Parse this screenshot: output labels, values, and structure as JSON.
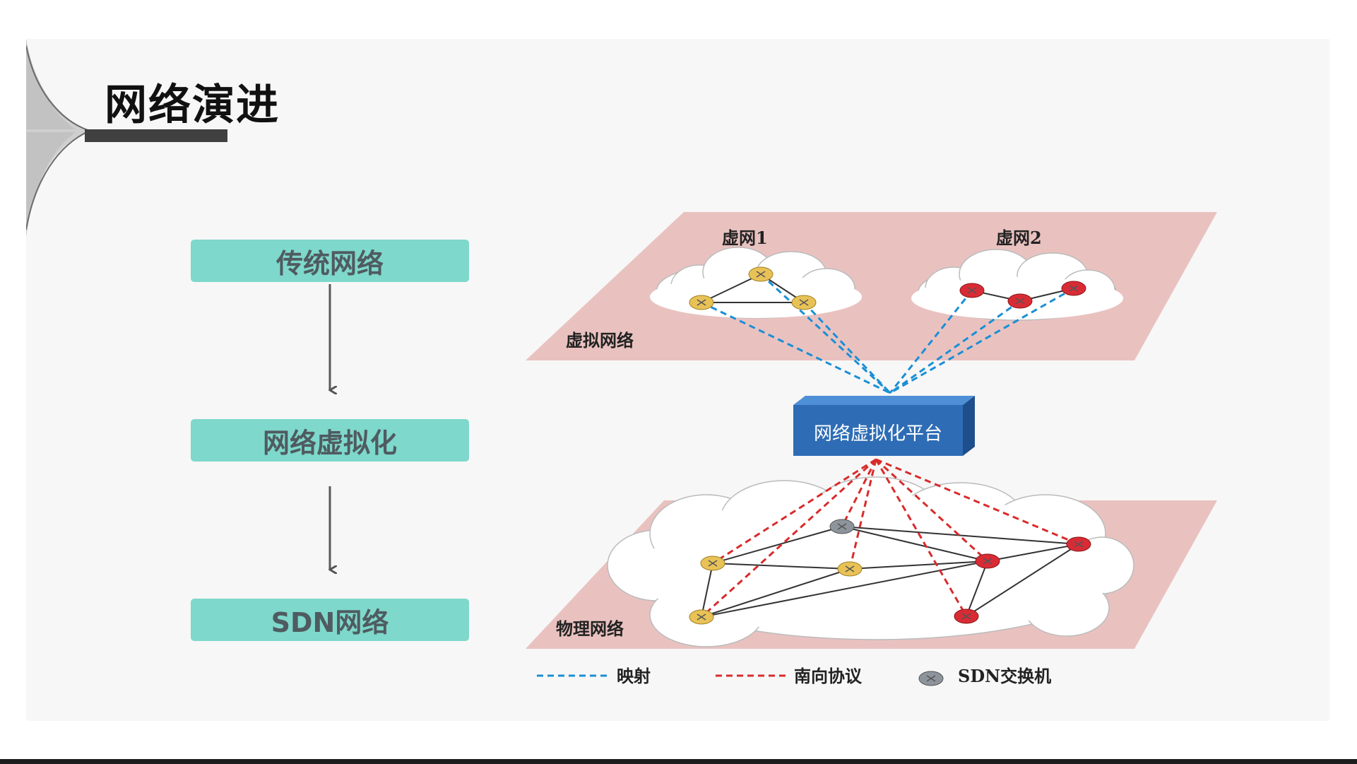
{
  "title": "网络演进",
  "steps": [
    {
      "label": "传统网络"
    },
    {
      "label": "网络虚拟化"
    },
    {
      "label": "SDN网络"
    }
  ],
  "diagram": {
    "virtual_layer_label": "虚拟网络",
    "physical_layer_label": "物理网络",
    "vnet1_label": "虚网1",
    "vnet2_label": "虚网2",
    "platform_label": "网络虚拟化平台",
    "legend": [
      {
        "label": "映射",
        "color": "#1a8fd6",
        "style": "dashed"
      },
      {
        "label": "南向协议",
        "color": "#d92b2b",
        "style": "dashed"
      },
      {
        "label": "SDN交换机",
        "icon": "sdn-switch-icon"
      }
    ]
  },
  "colors": {
    "step_box": "#7ed8cb",
    "layer_plane": "#e9c2c0",
    "platform_box": "#2e6db5",
    "node_yellow": "#e8c257",
    "node_red": "#d92b35",
    "node_gray": "#8e949c"
  }
}
